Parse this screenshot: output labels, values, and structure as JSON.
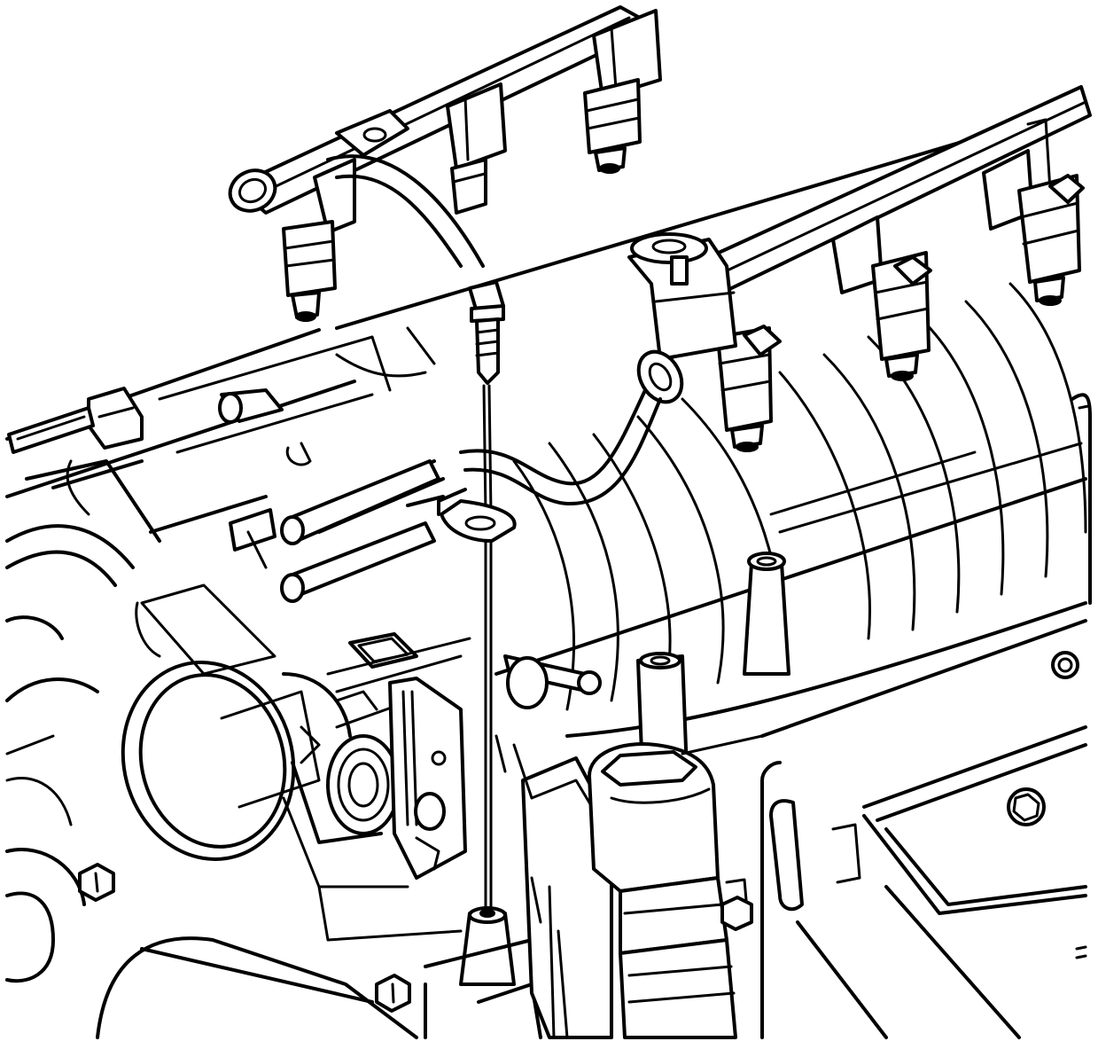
{
  "diagram": {
    "type": "line-art technical illustration",
    "colors": {
      "line": "#000000",
      "background": "#ffffff"
    },
    "components": [
      "fuel-rail-left",
      "fuel-injector",
      "fuel-rail-right",
      "fuel-pressure-regulator",
      "fuel-feed-line",
      "mounting-bolt",
      "bolt-alignment-line",
      "rail-bracket",
      "intake-manifold",
      "throttle-body",
      "throttle-position-sensor",
      "vacuum-hoses",
      "sensor-connector",
      "mounting-stud",
      "coil-bracket",
      "hex-bolt",
      "valve-cover-bolt"
    ]
  }
}
